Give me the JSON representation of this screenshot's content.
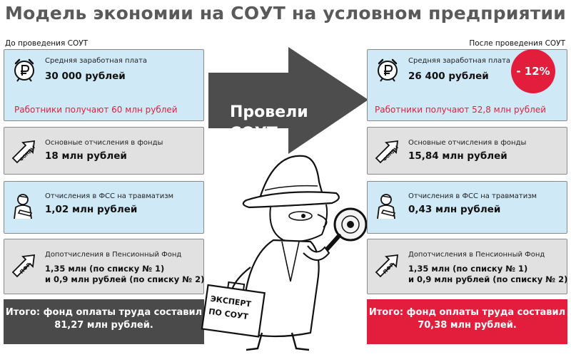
{
  "title": "Модель экономии на СОУТ на условном предприятии",
  "before": {
    "label": "До проведения СОУТ",
    "salary": {
      "label": "Средняя заработная плата",
      "value": "30 000 рублей",
      "workers": "Работники получают 60 млн рублей"
    },
    "funds": {
      "label": "Основные отчисления в фонды",
      "value": "18 млн рублей"
    },
    "fss": {
      "label": "Отчисления в ФСС на травматизм",
      "value": "1,02 млн рублей"
    },
    "pension": {
      "label": "Допотчисления в Пенсионный Фонд",
      "line1": "1,35 млн (по списку № 1)",
      "line2": "и 0,9 млн рублей (по списку № 2)"
    },
    "total": {
      "line1": "Итого: фонд оплаты труда составил",
      "line2": "81,27 млн рублей."
    }
  },
  "after": {
    "label": "После проведения СОУТ",
    "badge": "- 12%",
    "salary": {
      "label": "Средняя заработная плата",
      "value": "26 400 рублей",
      "workers": "Работники получают 52,8 млн рублей"
    },
    "funds": {
      "label": "Основные отчисления в фонды",
      "value": "15,84 млн рублей"
    },
    "fss": {
      "label": "Отчисления в ФСС на травматизм",
      "value": "0,43 млн рублей"
    },
    "pension": {
      "label": "Допотчисления в Пенсионный Фонд",
      "line1": "1,35 млн (по списку № 1)",
      "line2": "и 0,9 млн рублей (по списку № 2)"
    },
    "total": {
      "line1": "Итого: фонд оплаты труда составил",
      "line2": "70,38 млн рублей."
    }
  },
  "arrow": {
    "line1": "Провели",
    "line2": "СОУТ"
  },
  "icons": {
    "funds_icon_text": "ФОНДЫ",
    "pension_icon_text": "ПФР"
  },
  "detective": {
    "briefcase_line1": "ЭКСПЕРТ",
    "briefcase_line2": "ПО СОУТ"
  },
  "colors": {
    "blue_card": "#cfe9f7",
    "grey_card": "#e1e1e1",
    "red": "#e31e3c",
    "dark": "#4a4a4a",
    "arrow": "#4d4d4d",
    "title": "#5a5a5a"
  }
}
